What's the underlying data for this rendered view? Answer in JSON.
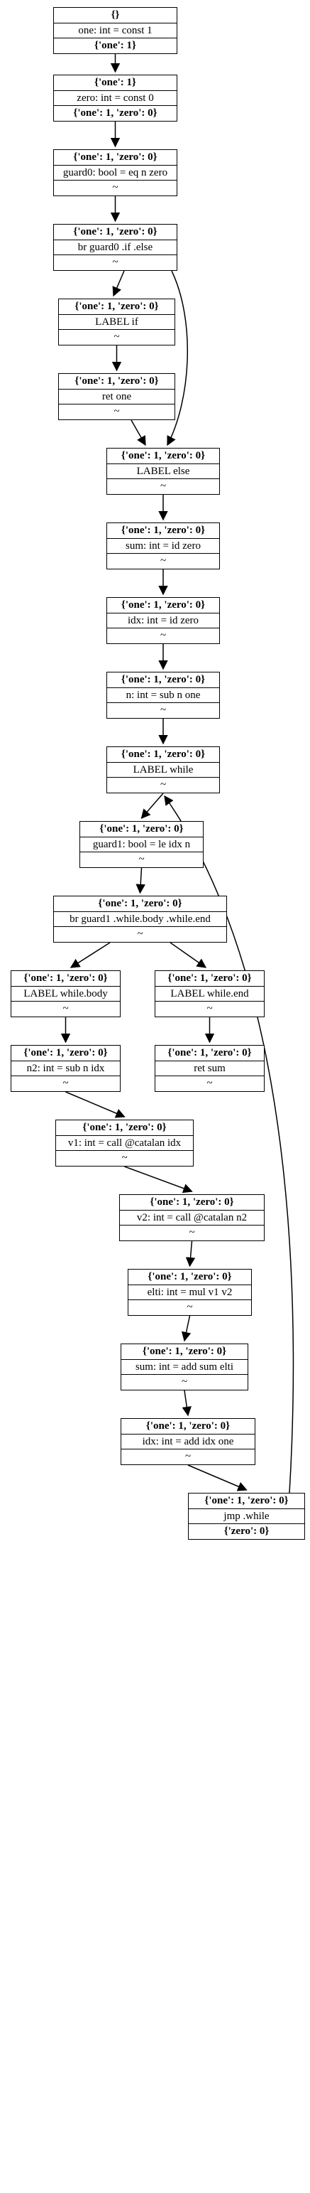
{
  "nodes": [
    {
      "id": "n0",
      "in": "{}",
      "instr": "one: int = const 1",
      "out": "{'one': 1}"
    },
    {
      "id": "n1",
      "in": "{'one': 1}",
      "instr": "zero: int = const 0",
      "out": "{'one': 1, 'zero': 0}"
    },
    {
      "id": "n2",
      "in": "{'one': 1, 'zero': 0}",
      "instr": "guard0: bool = eq n zero",
      "out": "~"
    },
    {
      "id": "n3",
      "in": "{'one': 1, 'zero': 0}",
      "instr": "br guard0 .if .else",
      "out": "~"
    },
    {
      "id": "n4",
      "in": "{'one': 1, 'zero': 0}",
      "instr": "LABEL if",
      "out": "~"
    },
    {
      "id": "n5",
      "in": "{'one': 1, 'zero': 0}",
      "instr": "ret one",
      "out": "~"
    },
    {
      "id": "n6",
      "in": "{'one': 1, 'zero': 0}",
      "instr": "LABEL else",
      "out": "~"
    },
    {
      "id": "n7",
      "in": "{'one': 1, 'zero': 0}",
      "instr": "sum: int = id zero",
      "out": "~"
    },
    {
      "id": "n8",
      "in": "{'one': 1, 'zero': 0}",
      "instr": "idx: int = id zero",
      "out": "~"
    },
    {
      "id": "n9",
      "in": "{'one': 1, 'zero': 0}",
      "instr": "n: int = sub n one",
      "out": "~"
    },
    {
      "id": "n10",
      "in": "{'one': 1, 'zero': 0}",
      "instr": "LABEL while",
      "out": "~"
    },
    {
      "id": "n11",
      "in": "{'one': 1, 'zero': 0}",
      "instr": "guard1: bool = le idx n",
      "out": "~"
    },
    {
      "id": "n12",
      "in": "{'one': 1, 'zero': 0}",
      "instr": "br guard1 .while.body .while.end",
      "out": "~"
    },
    {
      "id": "n13",
      "in": "{'one': 1, 'zero': 0}",
      "instr": "LABEL while.body",
      "out": "~"
    },
    {
      "id": "n14",
      "in": "{'one': 1, 'zero': 0}",
      "instr": "LABEL while.end",
      "out": "~"
    },
    {
      "id": "n15",
      "in": "{'one': 1, 'zero': 0}",
      "instr": "n2: int = sub n idx",
      "out": "~"
    },
    {
      "id": "n16",
      "in": "{'one': 1, 'zero': 0}",
      "instr": "ret sum",
      "out": "~"
    },
    {
      "id": "n17",
      "in": "{'one': 1, 'zero': 0}",
      "instr": "v1: int = call @catalan idx",
      "out": "~"
    },
    {
      "id": "n18",
      "in": "{'one': 1, 'zero': 0}",
      "instr": "v2: int = call @catalan n2",
      "out": "~"
    },
    {
      "id": "n19",
      "in": "{'one': 1, 'zero': 0}",
      "instr": "elti: int = mul v1 v2",
      "out": "~"
    },
    {
      "id": "n20",
      "in": "{'one': 1, 'zero': 0}",
      "instr": "sum: int = add sum elti",
      "out": "~"
    },
    {
      "id": "n21",
      "in": "{'one': 1, 'zero': 0}",
      "instr": "idx: int = add idx one",
      "out": "~"
    },
    {
      "id": "n22",
      "in": "{'one': 1, 'zero': 0}",
      "instr": "jmp .while",
      "out": "{'zero': 0}"
    }
  ],
  "edges": [
    [
      "n0",
      "n1"
    ],
    [
      "n1",
      "n2"
    ],
    [
      "n2",
      "n3"
    ],
    [
      "n3",
      "n4"
    ],
    [
      "n3",
      "n6"
    ],
    [
      "n4",
      "n5"
    ],
    [
      "n5",
      "n6"
    ],
    [
      "n6",
      "n7"
    ],
    [
      "n7",
      "n8"
    ],
    [
      "n8",
      "n9"
    ],
    [
      "n9",
      "n10"
    ],
    [
      "n10",
      "n11"
    ],
    [
      "n11",
      "n12"
    ],
    [
      "n12",
      "n13"
    ],
    [
      "n12",
      "n14"
    ],
    [
      "n13",
      "n15"
    ],
    [
      "n14",
      "n16"
    ],
    [
      "n15",
      "n17"
    ],
    [
      "n17",
      "n18"
    ],
    [
      "n18",
      "n19"
    ],
    [
      "n19",
      "n20"
    ],
    [
      "n20",
      "n21"
    ],
    [
      "n21",
      "n22"
    ],
    [
      "n22",
      "n10"
    ]
  ]
}
